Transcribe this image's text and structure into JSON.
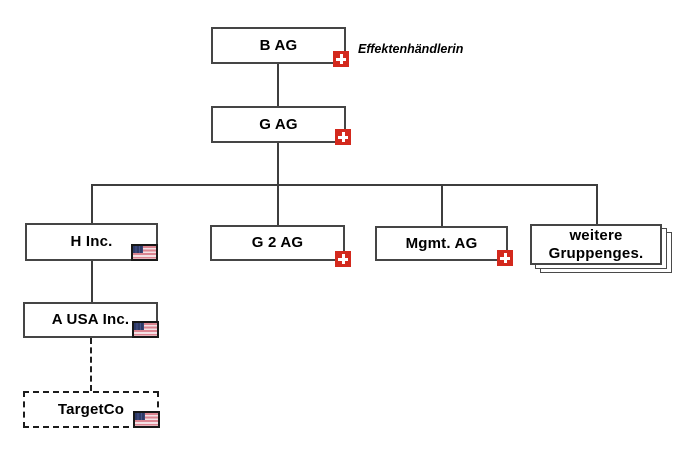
{
  "annotation": {
    "label": "Effektenhändlerin"
  },
  "nodes": {
    "b_ag": {
      "label": "B AG",
      "flag": "swiss"
    },
    "g_ag": {
      "label": "G AG",
      "flag": "swiss"
    },
    "h_inc": {
      "label": "H Inc.",
      "flag": "us"
    },
    "g2_ag": {
      "label": "G 2 AG",
      "flag": "swiss"
    },
    "mgmt_ag": {
      "label": "Mgmt. AG",
      "flag": "swiss"
    },
    "weitere": {
      "label_line1": "weitere",
      "label_line2": "Gruppenges.",
      "style": "stacked-multiple"
    },
    "a_usa_inc": {
      "label": "A USA Inc.",
      "flag": "us"
    },
    "targetco": {
      "label": "TargetCo",
      "flag": "us",
      "style": "dashed"
    }
  },
  "edges": [
    {
      "from": "b_ag",
      "to": "g_ag",
      "style": "solid"
    },
    {
      "from": "g_ag",
      "to": "h_inc",
      "style": "solid"
    },
    {
      "from": "g_ag",
      "to": "g2_ag",
      "style": "solid"
    },
    {
      "from": "g_ag",
      "to": "mgmt_ag",
      "style": "solid"
    },
    {
      "from": "g_ag",
      "to": "weitere",
      "style": "solid"
    },
    {
      "from": "h_inc",
      "to": "a_usa_inc",
      "style": "solid"
    },
    {
      "from": "a_usa_inc",
      "to": "targetco",
      "style": "dashed"
    }
  ],
  "colors": {
    "box_border": "#454545",
    "connector": "#3d3d3d",
    "swiss_flag_red": "#d3291d",
    "us_flag_canton": "#2e3a66",
    "us_flag_stripe_red": "#db8490",
    "us_flag_stripe_white": "#f3e1e5",
    "flag_border": "#181818",
    "text": "#000000",
    "background": "#ffffff"
  }
}
